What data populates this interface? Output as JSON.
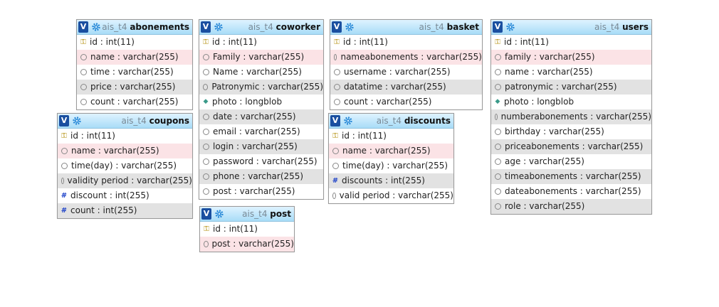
{
  "tables": [
    {
      "id": "abonements",
      "db": "ais_t4",
      "name": "abonements",
      "columns": [
        {
          "text": "id : int(11)",
          "icon": "key-icon"
        },
        {
          "text": "name : varchar(255)",
          "icon": "text-field-icon"
        },
        {
          "text": "time : varchar(255)",
          "icon": "text-field-icon"
        },
        {
          "text": "price : varchar(255)",
          "icon": "text-field-icon"
        },
        {
          "text": "count : varchar(255)",
          "icon": "text-field-icon"
        }
      ]
    },
    {
      "id": "coupons",
      "db": "ais_t4",
      "name": "coupons",
      "columns": [
        {
          "text": "id : int(11)",
          "icon": "key-icon"
        },
        {
          "text": "name : varchar(255)",
          "icon": "text-field-icon"
        },
        {
          "text": "time(day) : varchar(255)",
          "icon": "text-field-icon"
        },
        {
          "text": "validity period : varchar(255)",
          "icon": "text-field-icon"
        },
        {
          "text": "discount : int(255)",
          "icon": "numeric-field-icon"
        },
        {
          "text": "count : int(255)",
          "icon": "numeric-field-icon"
        }
      ]
    },
    {
      "id": "coworker",
      "db": "ais_t4",
      "name": "coworker",
      "columns": [
        {
          "text": "id : int(11)",
          "icon": "key-icon"
        },
        {
          "text": "Family : varchar(255)",
          "icon": "text-field-icon"
        },
        {
          "text": "Name : varchar(255)",
          "icon": "text-field-icon"
        },
        {
          "text": "Patronymic : varchar(255)",
          "icon": "text-field-icon"
        },
        {
          "text": "photo : longblob",
          "icon": "blob-field-icon"
        },
        {
          "text": "date : varchar(255)",
          "icon": "text-field-icon"
        },
        {
          "text": "email : varchar(255)",
          "icon": "text-field-icon"
        },
        {
          "text": "login : varchar(255)",
          "icon": "text-field-icon"
        },
        {
          "text": "password : varchar(255)",
          "icon": "text-field-icon"
        },
        {
          "text": "phone : varchar(255)",
          "icon": "text-field-icon"
        },
        {
          "text": "post : varchar(255)",
          "icon": "text-field-icon"
        }
      ]
    },
    {
      "id": "post",
      "db": "ais_t4",
      "name": "post",
      "columns": [
        {
          "text": "id : int(11)",
          "icon": "key-icon"
        },
        {
          "text": "post : varchar(255)",
          "icon": "text-field-icon"
        }
      ]
    },
    {
      "id": "basket",
      "db": "ais_t4",
      "name": "basket",
      "columns": [
        {
          "text": "id : int(11)",
          "icon": "key-icon"
        },
        {
          "text": "nameabonements : varchar(255)",
          "icon": "text-field-icon"
        },
        {
          "text": "username : varchar(255)",
          "icon": "text-field-icon"
        },
        {
          "text": "datatime : varchar(255)",
          "icon": "text-field-icon"
        },
        {
          "text": "count : varchar(255)",
          "icon": "text-field-icon"
        }
      ]
    },
    {
      "id": "discounts",
      "db": "ais_t4",
      "name": "discounts",
      "columns": [
        {
          "text": "id : int(11)",
          "icon": "key-icon"
        },
        {
          "text": "name : varchar(255)",
          "icon": "text-field-icon"
        },
        {
          "text": "time(day) : varchar(255)",
          "icon": "text-field-icon"
        },
        {
          "text": "discounts : int(255)",
          "icon": "numeric-field-icon"
        },
        {
          "text": "valid period : varchar(255)",
          "icon": "text-field-icon"
        }
      ]
    },
    {
      "id": "users",
      "db": "ais_t4",
      "name": "users",
      "columns": [
        {
          "text": "id : int(11)",
          "icon": "key-icon"
        },
        {
          "text": "family : varchar(255)",
          "icon": "text-field-icon"
        },
        {
          "text": "name : varchar(255)",
          "icon": "text-field-icon"
        },
        {
          "text": "patronymic : varchar(255)",
          "icon": "text-field-icon"
        },
        {
          "text": "photo : longblob",
          "icon": "blob-field-icon"
        },
        {
          "text": "numberabonements : varchar(255)",
          "icon": "text-field-icon"
        },
        {
          "text": "birthday : varchar(255)",
          "icon": "text-field-icon"
        },
        {
          "text": "priceabonements : varchar(255)",
          "icon": "text-field-icon"
        },
        {
          "text": "age : varchar(255)",
          "icon": "text-field-icon"
        },
        {
          "text": "timeabonements : varchar(255)",
          "icon": "text-field-icon"
        },
        {
          "text": "dateabonements : varchar(255)",
          "icon": "text-field-icon"
        },
        {
          "text": "role : varchar(255)",
          "icon": "text-field-icon"
        }
      ]
    }
  ],
  "toggle_label": "V",
  "colors": {
    "header_accent": "#a8dcf7",
    "toggle": "#1a4fa0",
    "row_pink": "#fbe3e6",
    "row_grey": "#e2e2e2"
  }
}
